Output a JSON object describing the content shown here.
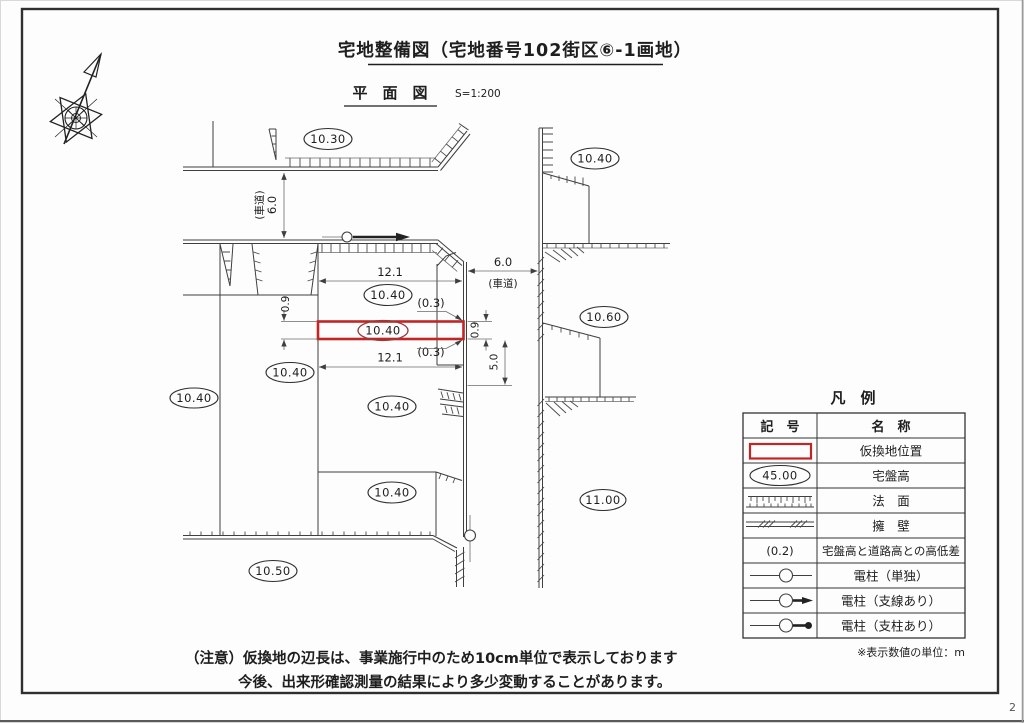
{
  "title": {
    "main": "宅地整備図（宅地番号102街区⑥-1画地）",
    "view": "平　面　図",
    "scale": "S=1:200"
  },
  "page": {
    "number": "2"
  },
  "notes": {
    "line1": "（注意）仮換地の辺長は、事業施行中のため10cm単位で表示しております",
    "line2": "今後、出来形確認測量の結果により多少変動することがあります。"
  },
  "legend": {
    "title": "凡　例",
    "col_symbol": "記　号",
    "col_name": "名　称",
    "unit_note": "※表示数値の単位：m",
    "rows": [
      {
        "symbol": "temporary-land-rect",
        "name": "仮換地位置"
      },
      {
        "symbol": "elevation-ellipse",
        "sample": "45.00",
        "name": "宅盤高"
      },
      {
        "symbol": "slope-hatch",
        "name": "法　面"
      },
      {
        "symbol": "retaining-wall",
        "name": "擁　壁"
      },
      {
        "symbol": "height-difference",
        "sample": "(0.2)",
        "name": "宅盤高と道路高との高低差"
      },
      {
        "symbol": "pole-single",
        "name": "電柱（単独）"
      },
      {
        "symbol": "pole-guy-wire",
        "name": "電柱（支線あり）"
      },
      {
        "symbol": "pole-support",
        "name": "電柱（支柱あり）"
      }
    ]
  },
  "plan": {
    "elevations": {
      "road_top": "10.30",
      "top_right": "10.40",
      "right_mid": "10.60",
      "right_low": "11.00",
      "parcel_upper": "10.40",
      "parcel_red": "10.40",
      "left_mid": "10.40",
      "left_outer": "10.40",
      "parcel_mid": "10.40",
      "parcel_lower": "10.40",
      "road_bottom": "10.50"
    },
    "dims": {
      "width_top": "12.1",
      "width_bottom": "12.1",
      "road_v": "6.0",
      "road_v_label": "(車道)",
      "road_h": "6.0",
      "road_h_label": "(車道)",
      "diff_top": "(0.3)",
      "diff_bottom": "(0.3)",
      "height_left": "0.9",
      "height_right": "0.9",
      "depth_right": "5.0"
    },
    "colors": {
      "highlight": "#c22525",
      "highlight_dark": "#8f3f3f",
      "line": "#3f3f3f"
    }
  }
}
